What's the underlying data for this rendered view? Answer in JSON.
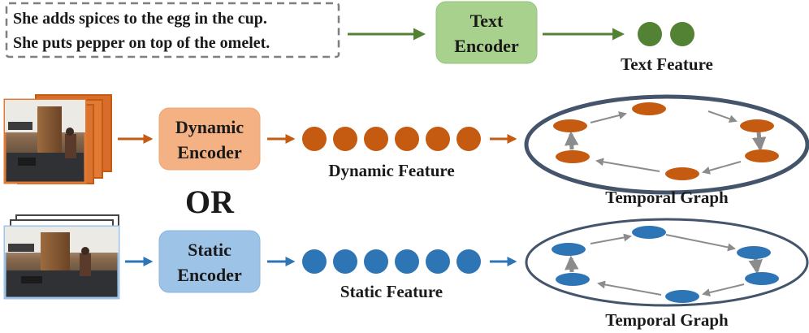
{
  "caption": {
    "line1": "She adds spices to the egg in the cup.",
    "line2": "She puts pepper on top of the omelet."
  },
  "text_branch": {
    "encoder_line1": "Text",
    "encoder_line2": "Encoder",
    "feature_label": "Text Feature",
    "feature_count": 2
  },
  "dynamic_branch": {
    "encoder_line1": "Dynamic",
    "encoder_line2": "Encoder",
    "feature_label": "Dynamic Feature",
    "feature_count": 6,
    "graph_label": "Temporal Graph"
  },
  "or_label": "OR",
  "static_branch": {
    "encoder_line1": "Static",
    "encoder_line2": "Encoder",
    "feature_label": "Static Feature",
    "feature_count": 6,
    "graph_label": "Temporal Graph"
  },
  "colors": {
    "text_green": "#548235",
    "text_encoder_fill": "#a9d18e",
    "dynamic_orange": "#c55a11",
    "dynamic_encoder_fill": "#f4b183",
    "static_blue": "#2e75b6",
    "static_encoder_fill": "#9dc3e6",
    "graph_ring": "#44546a",
    "graph_edge": "#8c8c8c"
  }
}
